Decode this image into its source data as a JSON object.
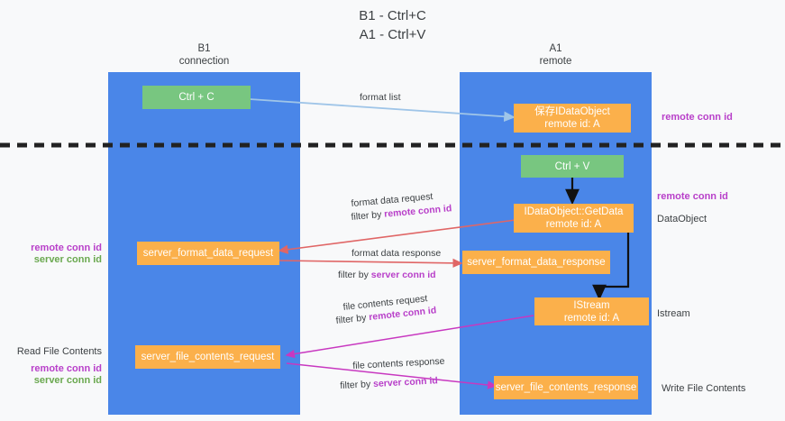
{
  "diagram": {
    "title": "B1 - Ctrl+C\nA1 - Ctrl+V",
    "colors": {
      "lane": "#4a86e8",
      "green_node": "#78c680",
      "orange_node": "#fbb04b",
      "background": "#f8f9fa",
      "remote_conn_id": "#b83fc9",
      "server_conn_id": "#6aa84f",
      "blue_arrow": "#9fc5e8",
      "red_arrow": "#e06666",
      "magenta_arrow": "#c838c0",
      "black_arrow": "#000000",
      "divider": "#222222"
    },
    "lanes": [
      {
        "name": "b1",
        "title": "B1\nconnection"
      },
      {
        "name": "a1",
        "title": "A1\nremote"
      }
    ],
    "nodes": {
      "ctrl_c": "Ctrl + C",
      "save_idataobject": "保存IDataObject\nremote id: A",
      "ctrl_v": "Ctrl + V",
      "idataobject_getdata": "IDataObject::GetData\nremote id: A",
      "server_format_data_request": "server_format_data_request",
      "server_format_data_response": "server_format_data_response",
      "istream": "IStream\nremote id: A",
      "server_file_contents_request": "server_file_contents_request",
      "server_file_contents_response": "server_file_contents_response"
    },
    "edges": {
      "format_list": "format list",
      "format_data_request": "format data request",
      "format_data_request_filter_prefix": "filter by ",
      "format_data_request_filter_id": "remote conn id",
      "format_data_response": "format data response",
      "format_data_response_filter_prefix": "filter by ",
      "format_data_response_filter_id": "server conn id",
      "file_contents_request": "file contents request",
      "file_contents_request_filter_prefix": "filter by ",
      "file_contents_request_filter_id": "remote conn id",
      "file_contents_response": "file contents response",
      "file_contents_response_filter_prefix": "filter by ",
      "file_contents_response_filter_id": "server conn id"
    },
    "annotations": {
      "right_remote_conn_id_top": "remote conn id",
      "right_remote_conn_id_mid": "remote conn id",
      "right_dataobject": "DataObject",
      "right_istream": "Istream",
      "right_write_file_contents": "Write File Contents",
      "left_remote_conn_id_mid": "remote conn id",
      "left_server_conn_id_mid": "server conn id",
      "left_read_file_contents": "Read File Contents",
      "left_remote_conn_id_bot": "remote conn id",
      "left_server_conn_id_bot": "server conn id"
    }
  }
}
